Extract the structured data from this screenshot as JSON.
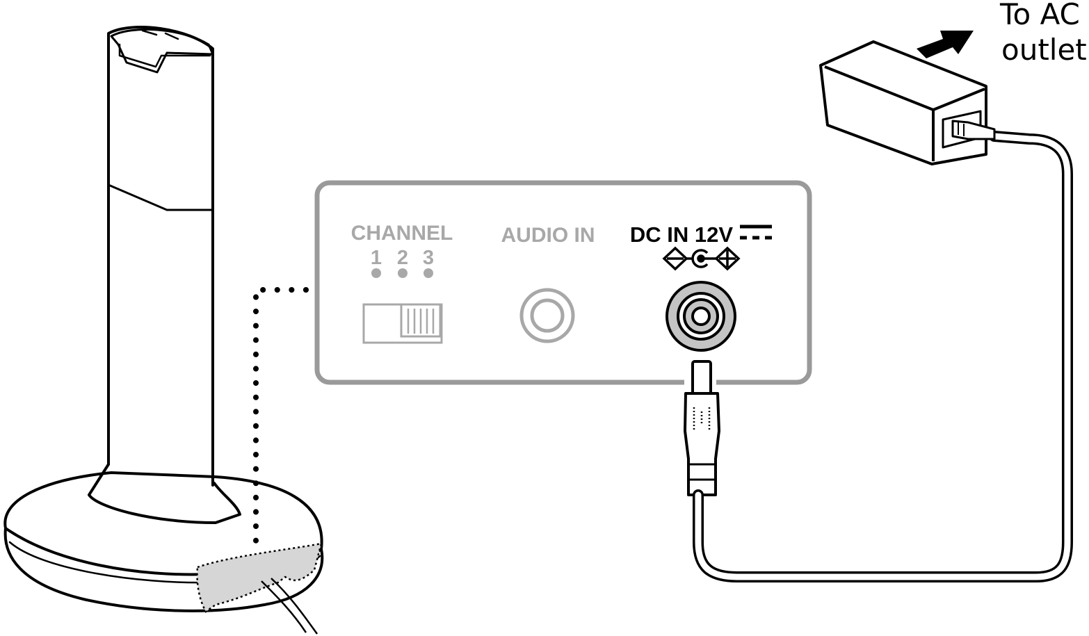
{
  "colors": {
    "line": "#000000",
    "dim": "#a8a8a8",
    "panel_border": "#9a9a9a",
    "highlight_fill": "#d6d6d6",
    "jack_fill": "#c4c4c4",
    "background": "#ffffff"
  },
  "outlet_label": {
    "line1": "To AC",
    "line2": "outlet"
  },
  "panel": {
    "channel_label": "CHANNEL",
    "channel_numbers": [
      "1",
      "2",
      "3"
    ],
    "audio_in_label": "AUDIO IN",
    "dc_in_label": "DC IN 12V"
  },
  "icons": {
    "polarity": "polarity-symbol-icon",
    "dc": "dc-current-icon",
    "arrow": "arrow-right-icon"
  }
}
